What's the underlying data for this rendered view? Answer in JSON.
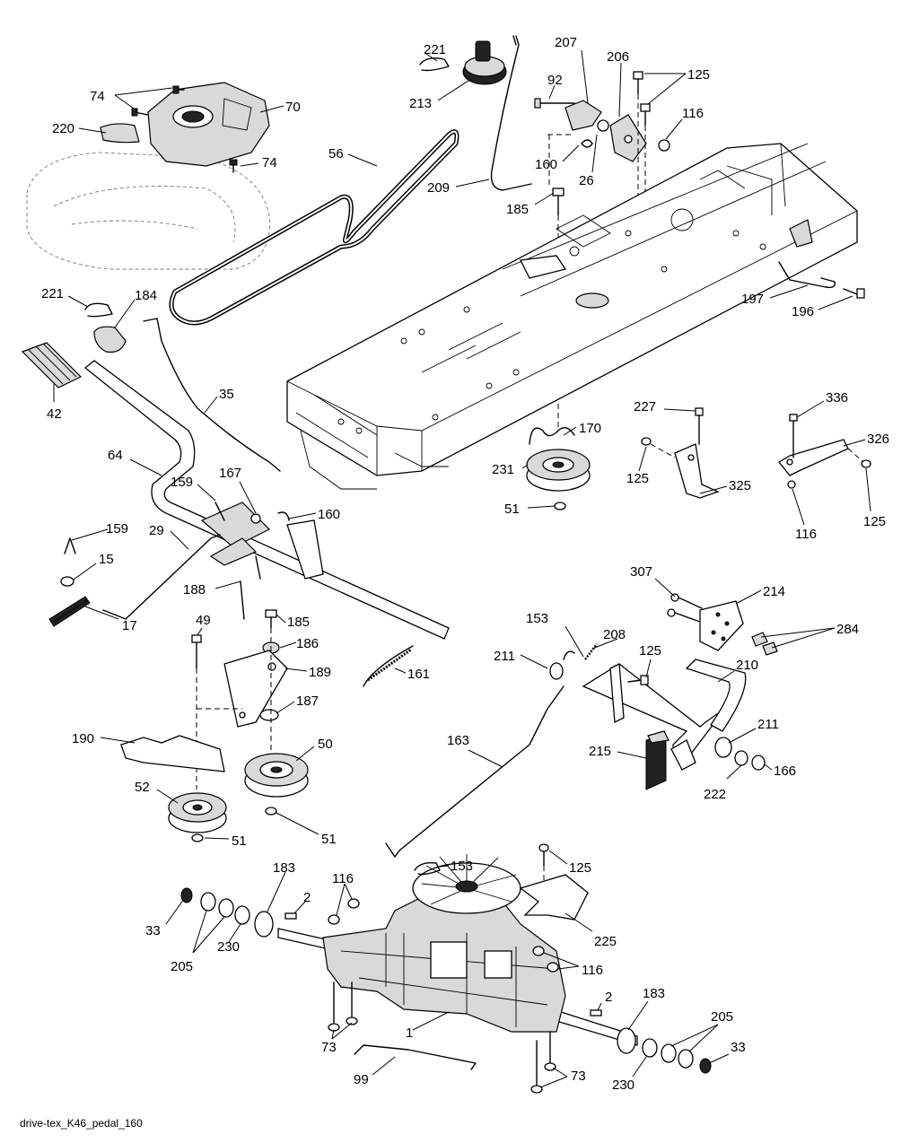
{
  "caption": "drive-tex_K46_pedal_160",
  "callouts": [
    {
      "id": "c221a",
      "label": "221"
    },
    {
      "id": "c213",
      "label": "213"
    },
    {
      "id": "c74a",
      "label": "74"
    },
    {
      "id": "c70",
      "label": "70"
    },
    {
      "id": "c220",
      "label": "220"
    },
    {
      "id": "c74b",
      "label": "74"
    },
    {
      "id": "c56",
      "label": "56"
    },
    {
      "id": "c207",
      "label": "207"
    },
    {
      "id": "c206",
      "label": "206"
    },
    {
      "id": "c125a",
      "label": "125"
    },
    {
      "id": "c92",
      "label": "92"
    },
    {
      "id": "c116a",
      "label": "116"
    },
    {
      "id": "c160a",
      "label": "160"
    },
    {
      "id": "c26",
      "label": "26"
    },
    {
      "id": "c209",
      "label": "209"
    },
    {
      "id": "c185a",
      "label": "185"
    },
    {
      "id": "c197",
      "label": "197"
    },
    {
      "id": "c196",
      "label": "196"
    },
    {
      "id": "c221b",
      "label": "221"
    },
    {
      "id": "c184",
      "label": "184"
    },
    {
      "id": "c42",
      "label": "42"
    },
    {
      "id": "c35",
      "label": "35"
    },
    {
      "id": "c64",
      "label": "64"
    },
    {
      "id": "c170",
      "label": "170"
    },
    {
      "id": "c227",
      "label": "227"
    },
    {
      "id": "c336",
      "label": "336"
    },
    {
      "id": "c326",
      "label": "326"
    },
    {
      "id": "c231",
      "label": "231"
    },
    {
      "id": "c125b",
      "label": "125"
    },
    {
      "id": "c325",
      "label": "325"
    },
    {
      "id": "c159a",
      "label": "159"
    },
    {
      "id": "c167",
      "label": "167"
    },
    {
      "id": "c160b",
      "label": "160"
    },
    {
      "id": "c51a",
      "label": "51"
    },
    {
      "id": "c125c",
      "label": "125"
    },
    {
      "id": "c116b",
      "label": "116"
    },
    {
      "id": "c159b",
      "label": "159"
    },
    {
      "id": "c29",
      "label": "29"
    },
    {
      "id": "c15",
      "label": "15"
    },
    {
      "id": "c188",
      "label": "188"
    },
    {
      "id": "c307",
      "label": "307"
    },
    {
      "id": "c214",
      "label": "214"
    },
    {
      "id": "c17",
      "label": "17"
    },
    {
      "id": "c49",
      "label": "49"
    },
    {
      "id": "c185b",
      "label": "185"
    },
    {
      "id": "c153a",
      "label": "153"
    },
    {
      "id": "c208",
      "label": "208"
    },
    {
      "id": "c284",
      "label": "284"
    },
    {
      "id": "c186",
      "label": "186"
    },
    {
      "id": "c161",
      "label": "161"
    },
    {
      "id": "c189",
      "label": "189"
    },
    {
      "id": "c211a",
      "label": "211"
    },
    {
      "id": "c125d",
      "label": "125"
    },
    {
      "id": "c210",
      "label": "210"
    },
    {
      "id": "c187",
      "label": "187"
    },
    {
      "id": "c190",
      "label": "190"
    },
    {
      "id": "c50",
      "label": "50"
    },
    {
      "id": "c163",
      "label": "163"
    },
    {
      "id": "c215",
      "label": "215"
    },
    {
      "id": "c211b",
      "label": "211"
    },
    {
      "id": "c166",
      "label": "166"
    },
    {
      "id": "c52",
      "label": "52"
    },
    {
      "id": "c222",
      "label": "222"
    },
    {
      "id": "c51b",
      "label": "51"
    },
    {
      "id": "c51c",
      "label": "51"
    },
    {
      "id": "c183a",
      "label": "183"
    },
    {
      "id": "c116c",
      "label": "116"
    },
    {
      "id": "c153b",
      "label": "153"
    },
    {
      "id": "c125e",
      "label": "125"
    },
    {
      "id": "c2a",
      "label": "2"
    },
    {
      "id": "c33a",
      "label": "33"
    },
    {
      "id": "c225",
      "label": "225"
    },
    {
      "id": "c205a",
      "label": "205"
    },
    {
      "id": "c230a",
      "label": "230"
    },
    {
      "id": "c116d",
      "label": "116"
    },
    {
      "id": "c2b",
      "label": "2"
    },
    {
      "id": "c183b",
      "label": "183"
    },
    {
      "id": "c205b",
      "label": "205"
    },
    {
      "id": "c1",
      "label": "1"
    },
    {
      "id": "c73a",
      "label": "73"
    },
    {
      "id": "c33b",
      "label": "33"
    },
    {
      "id": "c99",
      "label": "99"
    },
    {
      "id": "c73b",
      "label": "73"
    },
    {
      "id": "c230b",
      "label": "230"
    }
  ]
}
